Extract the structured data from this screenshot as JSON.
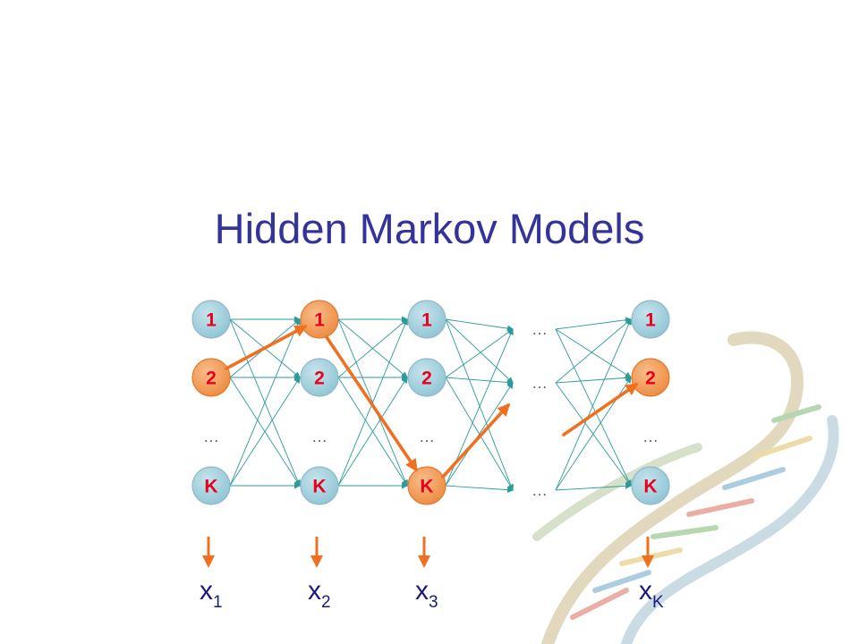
{
  "title": "Hidden Markov Models",
  "colors": {
    "title": "#333399",
    "node_fill": "#a9d3df",
    "node_fill_highlight": "#f5a05a",
    "node_stroke": "#8fb8c8",
    "node_label": "#e8001c",
    "edge": "#2b9b9b",
    "path_arrow": "#f07020",
    "observation": "#1a1a80"
  },
  "columns": [
    {
      "id": "t1",
      "states": [
        "1",
        "2",
        "…",
        "K"
      ],
      "highlight": "2",
      "observation": {
        "base": "x",
        "sub": "1"
      }
    },
    {
      "id": "t2",
      "states": [
        "1",
        "2",
        "…",
        "K"
      ],
      "highlight": "1",
      "observation": {
        "base": "x",
        "sub": "2"
      }
    },
    {
      "id": "t3",
      "states": [
        "1",
        "2",
        "…",
        "K"
      ],
      "highlight": "K",
      "observation": {
        "base": "x",
        "sub": "3"
      }
    },
    {
      "id": "tdots",
      "states": [
        "…",
        "…",
        "…"
      ],
      "highlight": null,
      "observation": null
    },
    {
      "id": "tK",
      "states": [
        "1",
        "2",
        "…",
        "K"
      ],
      "highlight": "2",
      "observation": {
        "base": "x",
        "sub": "K"
      }
    }
  ],
  "decoded_path": [
    "2",
    "1",
    "K",
    "…",
    "2"
  ],
  "decoration": "dna-helix-image"
}
